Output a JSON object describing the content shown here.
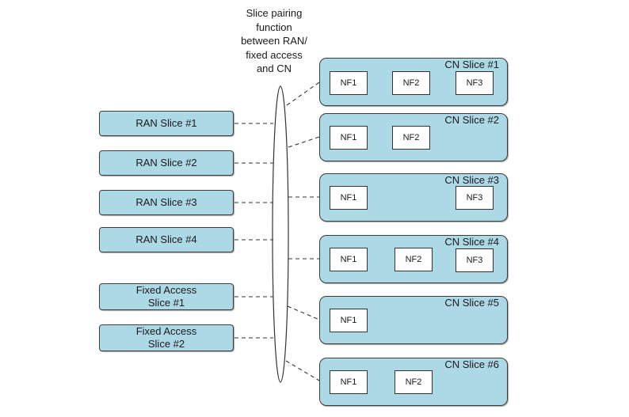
{
  "pairing_function": {
    "label": "Slice pairing\nfunction\nbetween RAN/\nfixed access\nand CN"
  },
  "left_slices": [
    {
      "label": "RAN Slice #1"
    },
    {
      "label": "RAN Slice #2"
    },
    {
      "label": "RAN Slice #3"
    },
    {
      "label": "RAN Slice #4"
    },
    {
      "label": "Fixed Access\nSlice #1"
    },
    {
      "label": "Fixed Access\nSlice #2"
    }
  ],
  "cn_slices": [
    {
      "label": "CN Slice #1",
      "nfs": [
        "NF1",
        "NF2",
        "NF3"
      ]
    },
    {
      "label": "CN Slice #2",
      "nfs": [
        "NF1",
        "NF2"
      ]
    },
    {
      "label": "CN Slice #3",
      "nfs": [
        "NF1",
        "NF3"
      ]
    },
    {
      "label": "CN Slice #4",
      "nfs": [
        "NF1",
        "NF2",
        "NF3"
      ]
    },
    {
      "label": "CN Slice #5",
      "nfs": [
        "NF1"
      ]
    },
    {
      "label": "CN Slice #6",
      "nfs": [
        "NF1",
        "NF2"
      ]
    }
  ],
  "colors": {
    "slice_fill": "#add8e6",
    "border": "#3d3d3d",
    "nf_fill": "#ffffff"
  }
}
